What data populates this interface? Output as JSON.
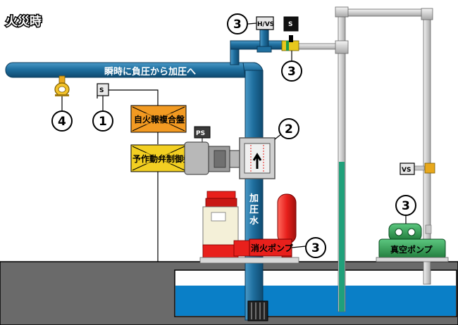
{
  "title": "火災時",
  "pipe_label": "瞬時に負圧から加圧へ",
  "riser_label": "加圧水",
  "boxes": {
    "fire_alarm_panel": "自火報複合盤",
    "valve_control_panel": "予作動弁制御盤",
    "fire_pump": "消火ポンプ",
    "vacuum_pump": "真空ポンプ"
  },
  "tags": {
    "switch_1": "S",
    "switch_top": "S",
    "hvs": "H/VS",
    "ps": "PS",
    "vs": "VS"
  },
  "callouts": {
    "hvs": "3",
    "switch_top": "3",
    "sprinkler": "4",
    "switch_1": "1",
    "valve": "2",
    "fire_pump": "3",
    "vacuum_pump": "3"
  },
  "colors": {
    "blue_pipe": "#1f6f9f",
    "gray_pipe": "#c8c8c8",
    "water": "#0a7fc7",
    "panel_orange": "#f29a22",
    "panel_yellow": "#f2cf22",
    "pump_red": "#e8201c",
    "vacuum_green": "#1f9a4a"
  }
}
